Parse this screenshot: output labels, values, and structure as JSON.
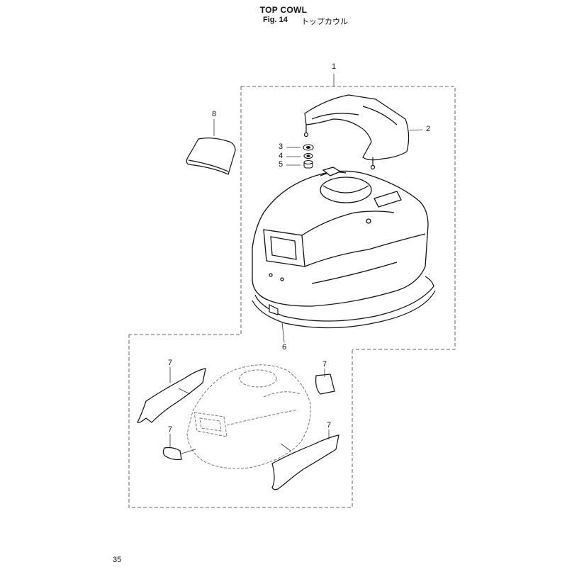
{
  "header": {
    "title": "TOP COWL",
    "fig_label": "Fig. 14",
    "fig_label_jp": "トップカウル"
  },
  "footer": {
    "page_number": "35"
  },
  "callouts": {
    "c1": "1",
    "c2": "2",
    "c3": "3",
    "c4": "4",
    "c5": "5",
    "c6": "6",
    "c7a": "7",
    "c7b": "7",
    "c7c": "7",
    "c7d": "7",
    "c8": "8"
  }
}
